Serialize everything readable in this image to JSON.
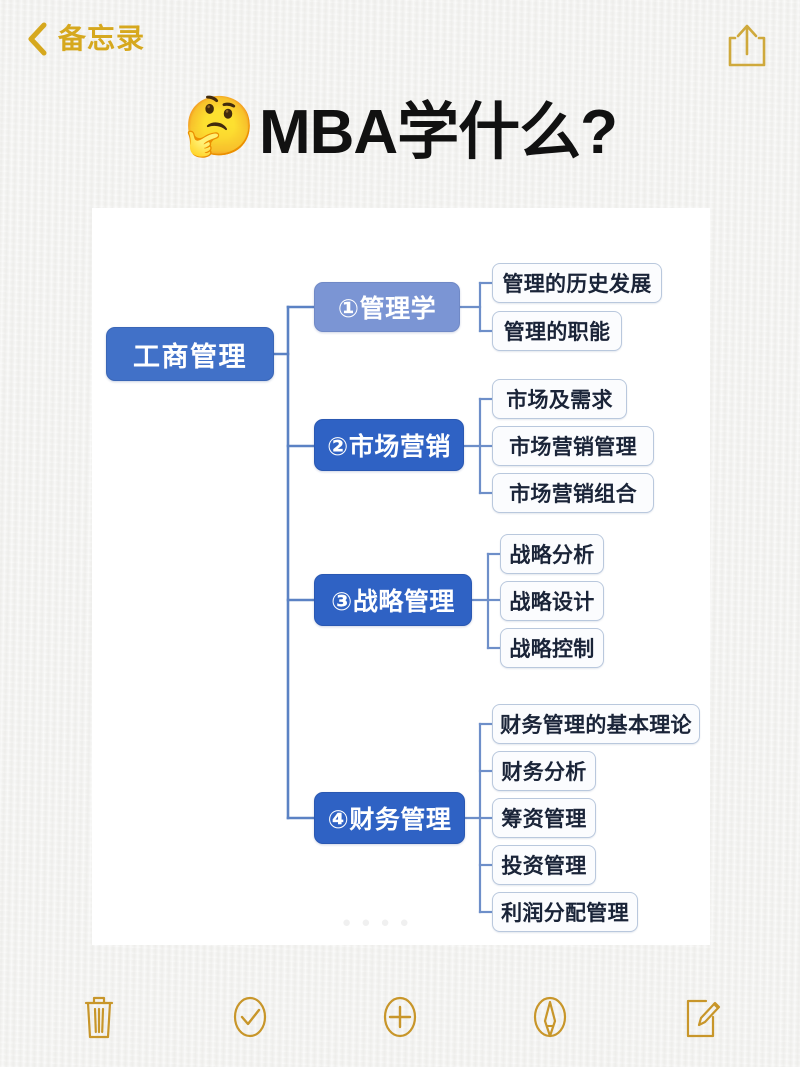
{
  "navbar": {
    "back_label": "备忘录",
    "back_icon": "chevron-left-icon",
    "share_icon": "share-up-icon",
    "accent_color": "#d6a81e"
  },
  "title": {
    "emoji": "🤔",
    "emoji_name": "thinking-face-emoji",
    "text": "MBA学什么?"
  },
  "mindmap": {
    "watermark": "● ● ● ●",
    "colors": {
      "root": "#4171c8",
      "branch_light": "#7b95d4",
      "branch_dark": "#2f62c4",
      "leaf_fill": "#fbfcfe",
      "leaf_border": "#b9c8dd",
      "leaf_text": "#1a2438",
      "connector": "#5b82c4"
    },
    "root": "工商管理",
    "branches": [
      {
        "label": "①管理学",
        "tone": "light",
        "leaves": [
          "管理的历史发展",
          "管理的职能"
        ]
      },
      {
        "label": "②市场营销",
        "tone": "dark",
        "leaves": [
          "市场及需求",
          "市场营销管理",
          "市场营销组合"
        ]
      },
      {
        "label": "③战略管理",
        "tone": "dark",
        "leaves": [
          "战略分析",
          "战略设计",
          "战略控制"
        ]
      },
      {
        "label": "④财务管理",
        "tone": "dark",
        "leaves": [
          "财务管理的基本理论",
          "财务分析",
          "筹资管理",
          "投资管理",
          "利润分配管理"
        ]
      }
    ]
  },
  "toolbar": {
    "items": [
      {
        "icon": "trash-icon",
        "label": "删除"
      },
      {
        "icon": "check-circle-icon",
        "label": "完成"
      },
      {
        "icon": "plus-circle-icon",
        "label": "添加"
      },
      {
        "icon": "marker-circle-icon",
        "label": "标记"
      },
      {
        "icon": "compose-icon",
        "label": "编辑"
      }
    ]
  }
}
